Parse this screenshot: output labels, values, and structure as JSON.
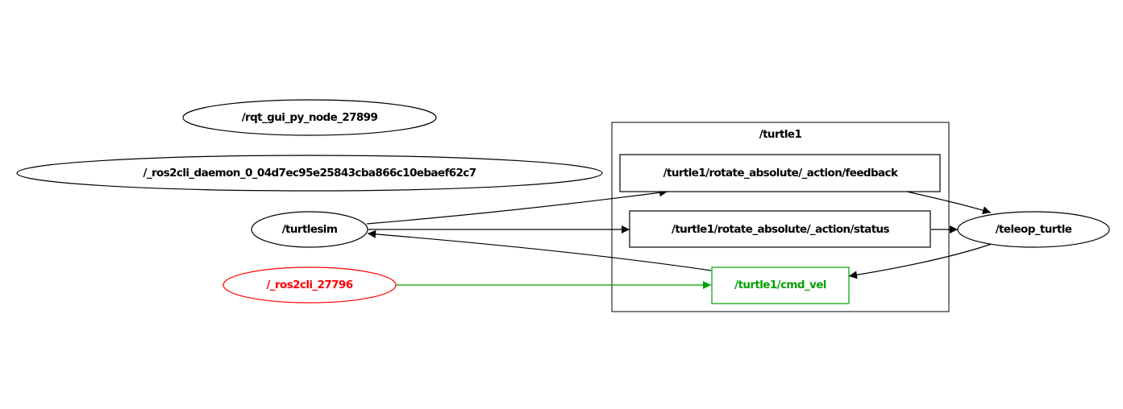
{
  "graph": {
    "type": "rqt_graph",
    "colors": {
      "default": "#000000",
      "highlight_node": "#ff0000",
      "highlight_topic": "#00a000",
      "background": "#ffffff"
    },
    "clusters": [
      {
        "id": "turtle1",
        "label": "/turtle1"
      }
    ],
    "nodes": [
      {
        "id": "rqt_gui",
        "label": "/rqt_gui_py_node_27899",
        "kind": "node",
        "color": "#000000"
      },
      {
        "id": "daemon",
        "label": "/_ros2cli_daemon_0_04d7ec95e25843cba866c10ebaef62c7",
        "kind": "node",
        "color": "#000000"
      },
      {
        "id": "turtlesim",
        "label": "/turtlesim",
        "kind": "node",
        "color": "#000000"
      },
      {
        "id": "ros2cli",
        "label": "/_ros2cli_27796",
        "kind": "node",
        "color": "#ff0000"
      },
      {
        "id": "teleop",
        "label": "/teleop_turtle",
        "kind": "node",
        "color": "#000000"
      },
      {
        "id": "feedback",
        "label": "/turtle1/rotate_absolute/_action/feedback",
        "kind": "topic",
        "cluster": "turtle1",
        "color": "#000000"
      },
      {
        "id": "status",
        "label": "/turtle1/rotate_absolute/_action/status",
        "kind": "topic",
        "cluster": "turtle1",
        "color": "#000000"
      },
      {
        "id": "cmd_vel",
        "label": "/turtle1/cmd_vel",
        "kind": "topic",
        "cluster": "turtle1",
        "color": "#00a000"
      }
    ],
    "edges": [
      {
        "from": "turtlesim",
        "to": "feedback",
        "color": "#000000"
      },
      {
        "from": "turtlesim",
        "to": "status",
        "color": "#000000"
      },
      {
        "from": "cmd_vel",
        "to": "turtlesim",
        "color": "#000000"
      },
      {
        "from": "ros2cli",
        "to": "cmd_vel",
        "color": "#00a000"
      },
      {
        "from": "feedback",
        "to": "teleop",
        "color": "#000000"
      },
      {
        "from": "status",
        "to": "teleop",
        "color": "#000000"
      },
      {
        "from": "teleop",
        "to": "cmd_vel",
        "color": "#000000"
      }
    ]
  }
}
